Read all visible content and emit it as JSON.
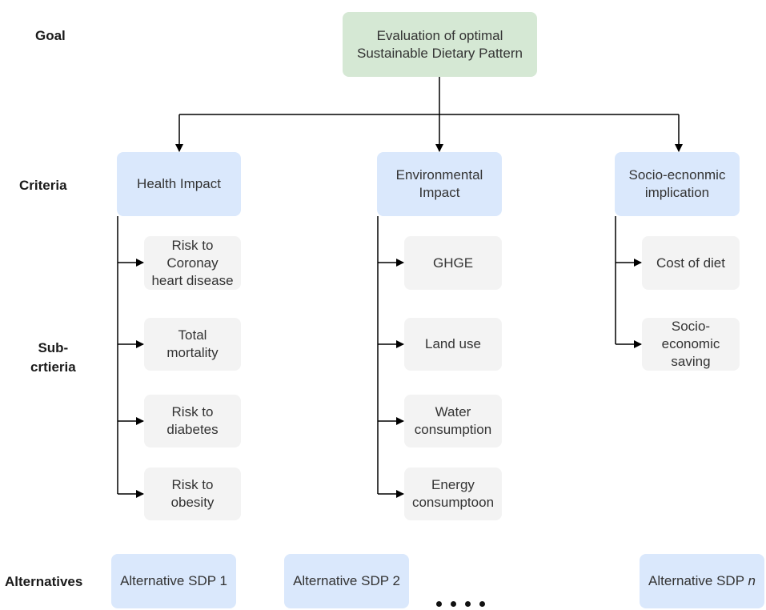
{
  "levels": {
    "goal": "Goal",
    "criteria": "Criteria",
    "subcriteria": "Sub-\ncrtieria",
    "alternatives": "Alternatives"
  },
  "goal": {
    "label": "Evaluation of optimal\nSustainable Dietary Pattern"
  },
  "criteria": [
    {
      "label": "Health Impact",
      "subcriteria": [
        "Risk to\nCoronay\nheart disease",
        "Total\nmortality",
        "Risk to\ndiabetes",
        "Risk to\nobesity"
      ]
    },
    {
      "label": "Environmental\nImpact",
      "subcriteria": [
        "GHGE",
        "Land use",
        "Water\nconsumption",
        "Energy\nconsumptoon"
      ]
    },
    {
      "label": "Socio-ecnonmic\nimplication",
      "subcriteria": [
        "Cost of diet",
        "Socio-\neconomic\nsaving"
      ]
    }
  ],
  "alternatives": {
    "first": "Alternative SDP 1",
    "second": "Alternative SDP 2",
    "last_prefix": "Alternative SDP ",
    "last_suffix": "n"
  },
  "colors": {
    "goal_fill": "#d5e8d4",
    "criteria_fill": "#dae8fc",
    "subcriteria_fill": "#f3f3f3",
    "alternative_fill": "#dae8fc",
    "connector": "#000000"
  }
}
